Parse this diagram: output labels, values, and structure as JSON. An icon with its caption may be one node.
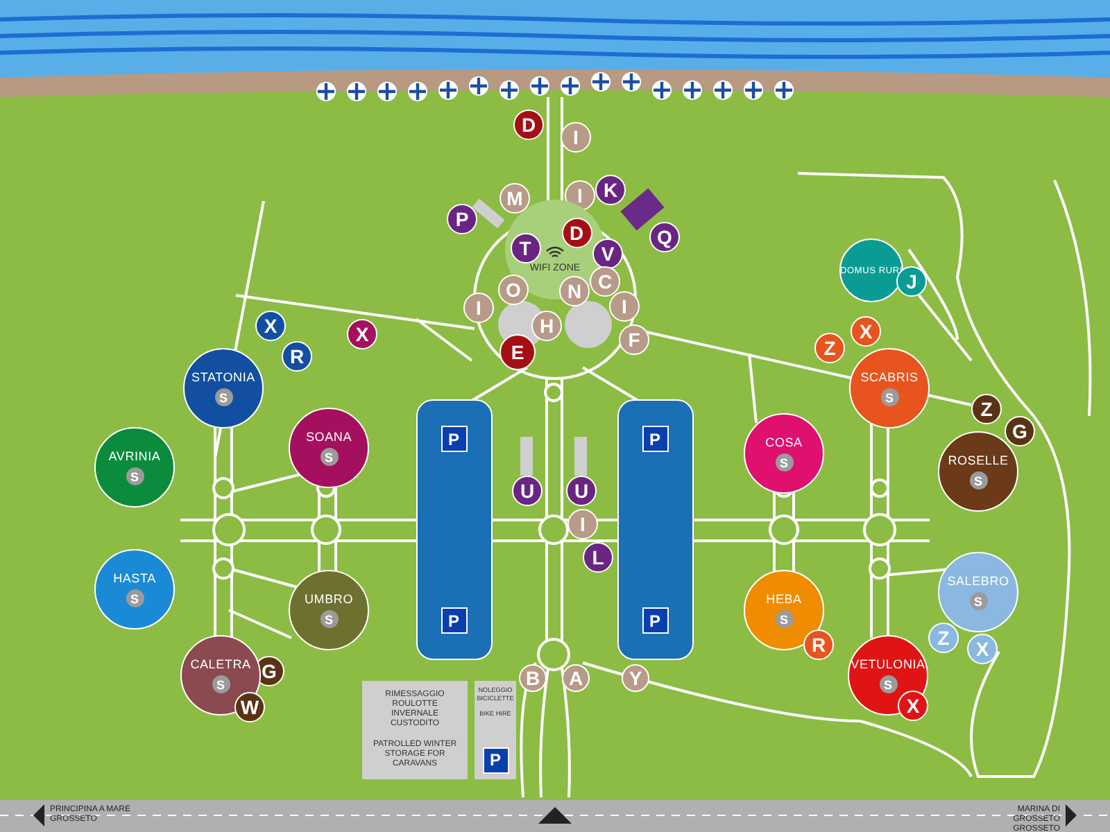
{
  "diagram": {
    "nodes": [
      {
        "text": [
          "D"
        ]
      },
      {
        "text": [
          "I"
        ]
      },
      {
        "text": [
          "K"
        ]
      },
      {
        "text": [
          "I"
        ]
      },
      {
        "text": [
          "M"
        ]
      },
      {
        "text": [
          "P"
        ]
      },
      {
        "text": [
          "WIFI ZONE"
        ]
      },
      {
        "text": [
          "T"
        ],
        "in": 6
      },
      {
        "text": [
          "D"
        ],
        "in": 6
      },
      {
        "text": [
          "Q"
        ]
      },
      {
        "text": [
          "V"
        ]
      },
      {
        "text": [
          "DOMUS RURI"
        ]
      },
      {
        "text": [
          "J"
        ]
      },
      {
        "text": [
          "O"
        ]
      },
      {
        "text": [
          "N"
        ]
      },
      {
        "text": [
          "C"
        ]
      },
      {
        "text": [
          "I"
        ]
      },
      {
        "text": [
          "I"
        ]
      },
      {
        "text": [
          "H"
        ]
      },
      {
        "text": [
          "X"
        ]
      },
      {
        "text": [
          "X"
        ]
      },
      {
        "text": [
          "X"
        ]
      },
      {
        "text": [
          "F"
        ]
      },
      {
        "text": [
          "Z"
        ]
      },
      {
        "text": [
          "E"
        ]
      },
      {
        "text": [
          "R"
        ]
      },
      {
        "text": [
          "STATONIA",
          "S"
        ]
      },
      {
        "text": [
          "SCABRIS",
          "S"
        ]
      },
      {
        "text": [
          "Z"
        ]
      },
      {
        "text": [
          "G"
        ]
      },
      {
        "text": [
          "P",
          "P"
        ]
      },
      {
        "text": [
          "P",
          "P"
        ]
      },
      {
        "text": [
          "SOANA",
          "S"
        ]
      },
      {
        "text": [
          "COSA",
          "S"
        ]
      },
      {
        "text": [
          "AVRINIA",
          "S"
        ]
      },
      {
        "text": [
          "ROSELLE",
          "S"
        ]
      },
      {
        "text": [
          "U"
        ]
      },
      {
        "text": [
          "U"
        ]
      },
      {
        "text": [
          "I"
        ]
      },
      {
        "text": [
          "L"
        ]
      },
      {
        "text": [
          "HASTA",
          "S"
        ]
      },
      {
        "text": [
          "SALEBRO",
          "S"
        ]
      },
      {
        "text": [
          "UMBRO",
          "S"
        ]
      },
      {
        "text": [
          "HEBA",
          "S"
        ]
      },
      {
        "text": [
          "R"
        ]
      },
      {
        "text": [
          "Z"
        ]
      },
      {
        "text": [
          "X"
        ]
      },
      {
        "text": [
          "G"
        ]
      },
      {
        "text": [
          "CALETRA",
          "S"
        ]
      },
      {
        "text": [
          "VETULONIA",
          "S"
        ]
      },
      {
        "text": [
          "B"
        ]
      },
      {
        "text": [
          "A"
        ]
      },
      {
        "text": [
          "Y"
        ]
      },
      {
        "text": [
          "W"
        ]
      },
      {
        "text": [
          "X"
        ]
      },
      {
        "text": [
          "RIMESSAGGIO ROULOTTE INVERNALE CUSTODITO",
          "PATROLLED WINTER STORAGE FOR CARAVANS"
        ]
      },
      {
        "text": [
          "NOLEGGIO BICICLETTE",
          "BIKE HIRE",
          "P"
        ]
      }
    ],
    "labels": [
      "PRINCIPINA A MARE GROSSETO",
      "MARINA DI GROSSETO GROSSETO"
    ]
  }
}
